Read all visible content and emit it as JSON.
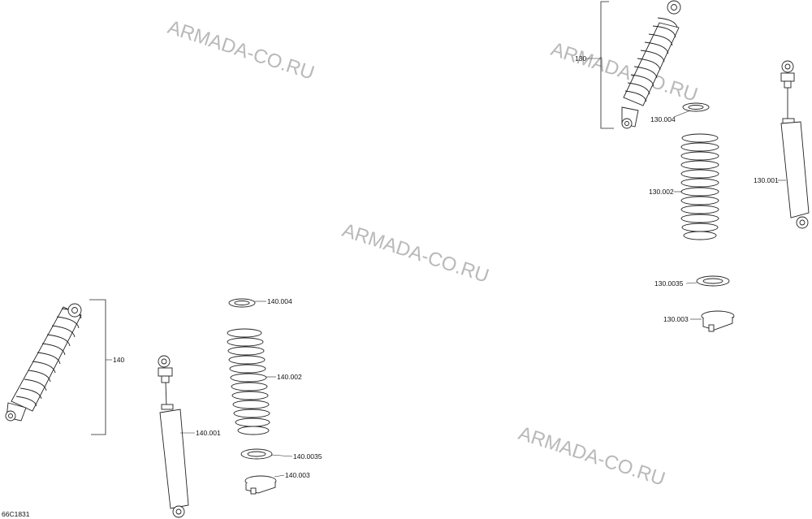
{
  "watermarks": [
    "ARMADA-CO.RU",
    "ARMADA-CO.RU",
    "ARMADA-CO.RU",
    "ARMADA-CO.RU"
  ],
  "labels": {
    "l130": "130",
    "l130_004": "130.004",
    "l130_002": "130.002",
    "l130_001": "130.001",
    "l130_0035": "130.0035",
    "l130_003": "130.003",
    "l140": "140",
    "l140_004": "140.004",
    "l140_002": "140.002",
    "l140_001": "140.001",
    "l140_0035": "140.0035",
    "l140_003": "140.003"
  },
  "diagram_code": "66C1831"
}
